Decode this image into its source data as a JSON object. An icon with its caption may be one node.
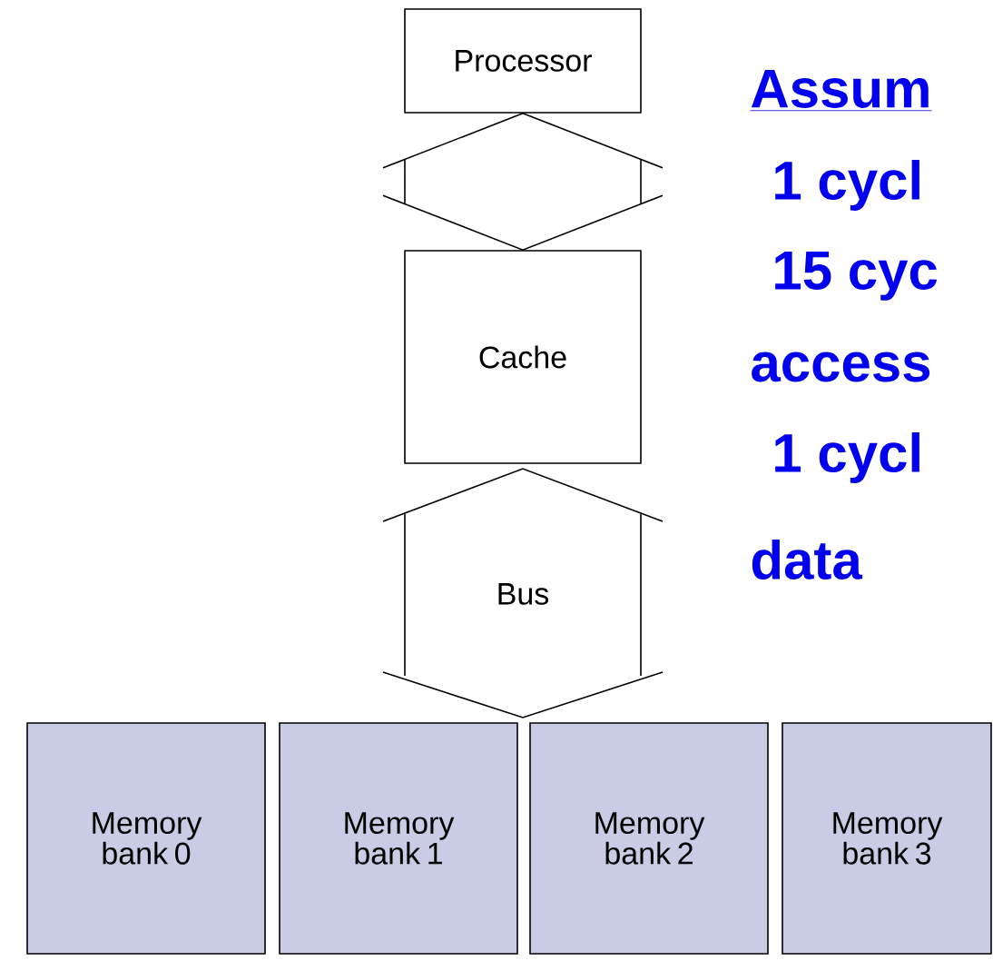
{
  "diagram": {
    "nodes": [
      {
        "text": [
          "Processor"
        ]
      },
      {
        "text": [
          "Cache"
        ]
      },
      {
        "text": [
          "Bus"
        ]
      },
      {
        "text": [
          "Memory bank 0"
        ]
      },
      {
        "text": [
          "Memory bank 1"
        ]
      },
      {
        "text": [
          "Memory bank 2"
        ]
      },
      {
        "text": [
          "Memory bank 3"
        ]
      }
    ],
    "edges": [
      {
        "from": 0,
        "to": 1,
        "arrow": "both"
      }
    ],
    "labels": [
      "Assum",
      "1 cycl",
      "15 cyc",
      "access",
      "1 cycl",
      "data"
    ]
  }
}
